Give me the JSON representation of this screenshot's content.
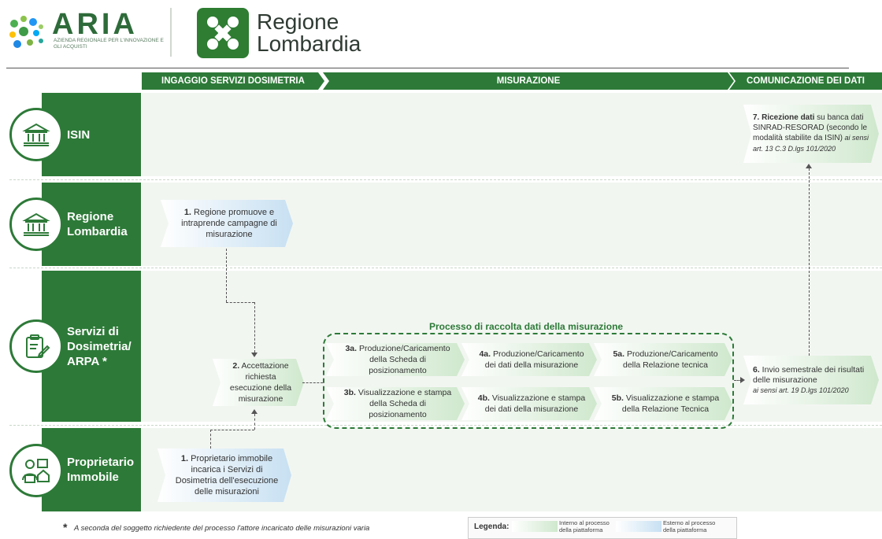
{
  "header": {
    "aria_logo_text": "ARIA",
    "aria_subtitle": "Azienda Regionale per l'Innovazione e gli Acquisti",
    "regione_logo_text": "Regione Lombardia"
  },
  "phases": [
    {
      "label": "INGAGGIO SERVIZI DOSIMETRIA"
    },
    {
      "label": "MISURAZIONE"
    },
    {
      "label": "COMUNICAZIONE DEI DATI"
    }
  ],
  "lanes": [
    {
      "label": "ISIN",
      "icon": "government-building-icon"
    },
    {
      "label": "Regione Lombardia",
      "icon": "government-building-icon"
    },
    {
      "label": "Servizi di Dosimetria/ ARPA *",
      "icon": "clipboard-edit-icon"
    },
    {
      "label": "Proprietario Immobile",
      "icon": "people-house-icon"
    }
  ],
  "steps": {
    "s7_bold": "7. Ricezione dati",
    "s7_text": " su banca dati SINRAD-RESORAD (secondo le modalità stabilite da ISIN)",
    "s7_ref": " ai sensi art. 13 C.3 D.lgs 101/2020",
    "s1_regione_bold": "1.",
    "s1_regione_text": " Regione promuove e intraprende campagne di misurazione",
    "s2_bold": "2.",
    "s2_text": " Accettazione richiesta esecuzione della misurazione",
    "s1_prop_bold": "1.",
    "s1_prop_text": " Proprietario immobile incarica i Servizi di Dosimetria dell'esecuzione delle misurazioni",
    "s6_bold": "6.",
    "s6_text": " Invio semestrale dei risultati delle misurazione",
    "s6_ref": "ai sensi art. 19 D.lgs 101/2020",
    "process_title": "Processo di raccolta dati della misurazione",
    "s3a_bold": "3a.",
    "s3a_text": " Produzione/Caricamento della Scheda di posizionamento",
    "s4a_bold": "4a.",
    "s4a_text": " Produzione/Caricamento dei dati della misurazione",
    "s5a_bold": "5a.",
    "s5a_text": " Produzione/Caricamento della Relazione tecnica",
    "s3b_bold": "3b.",
    "s3b_text": " Visualizzazione e stampa della Scheda di posizionamento",
    "s4b_bold": "4b.",
    "s4b_text": " Visualizzazione e stampa dei dati della misurazione",
    "s5b_bold": "5b.",
    "s5b_text": " Visualizzazione e stampa della Relazione Tecnica"
  },
  "footnote": "A seconda del soggetto richiedente del processo l'attore incaricato delle misurazioni varia",
  "footnote_mark": "*",
  "legend": {
    "title": "Legenda:",
    "internal": "Interno al processo della piattaforma",
    "external": "Esterno al processo della piattaforma"
  },
  "colors": {
    "primary_green": "#2d7a38",
    "internal_fill": "#cfe8cd",
    "external_fill": "#c7e0f2"
  }
}
